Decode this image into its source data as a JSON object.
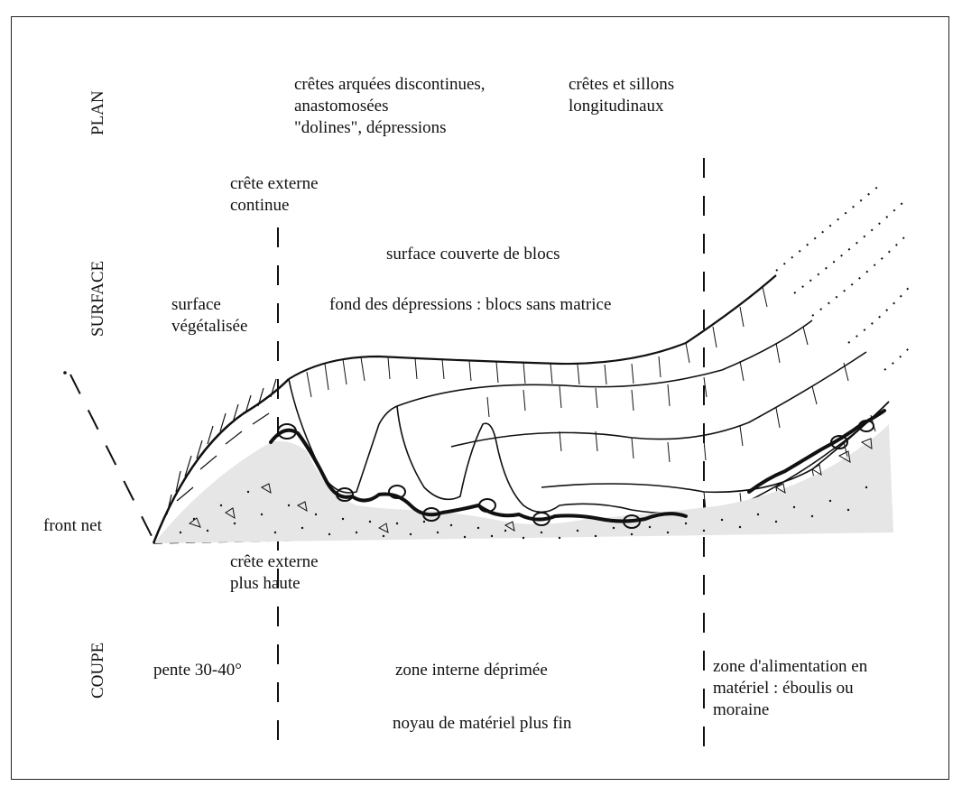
{
  "sections": {
    "plan": "PLAN",
    "surface": "SURFACE",
    "coupe": "COUPE"
  },
  "plan": {
    "middle": "crêtes arquées discontinues,\nanastomosées\n\"dolines\", dépressions",
    "right": "crêtes et sillons\nlongitudinaux"
  },
  "surface": {
    "crest_label": "crête externe\ncontinue",
    "left": "surface\nvégétalisée",
    "middle_top": "surface couverte de blocs",
    "middle_bottom": "fond des dépressions : blocs sans matrice"
  },
  "profile": {
    "front": "front net"
  },
  "coupe": {
    "crest_label": "crête externe\nplus haute",
    "left": "pente 30-40°",
    "middle_top": "zone interne déprimée",
    "middle_bottom": "noyau de matériel plus fin",
    "right": "zone d'alimentation en\nmatériel : éboulis ou\nmoraine"
  }
}
